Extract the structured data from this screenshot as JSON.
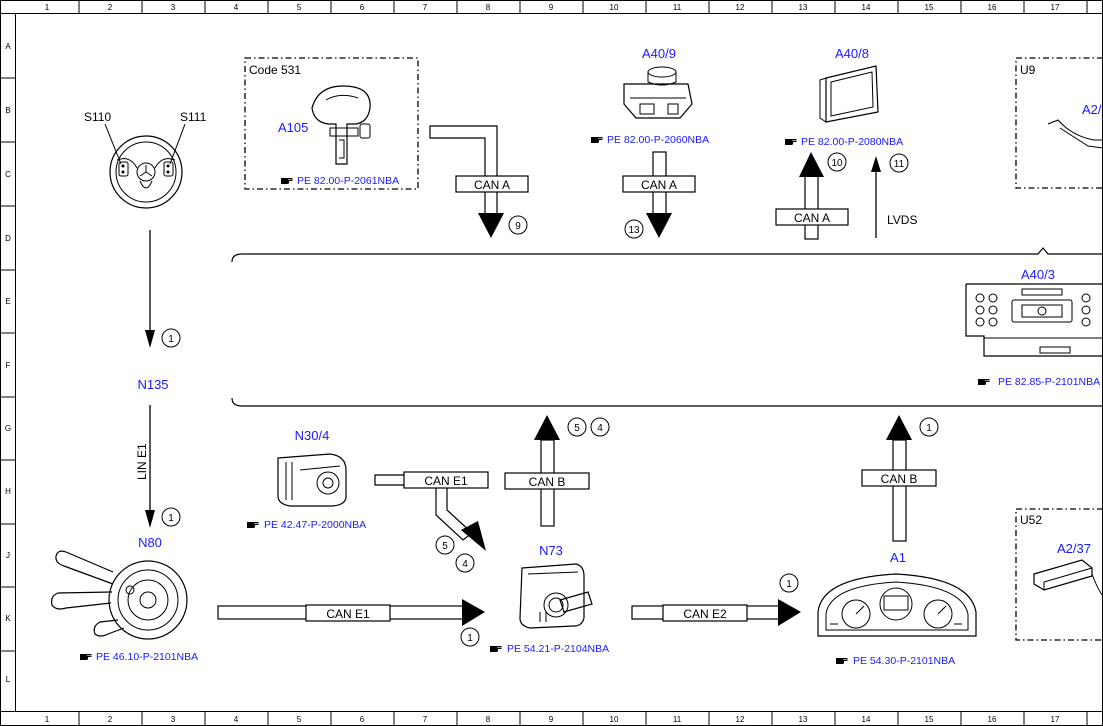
{
  "grid": {
    "columns": [
      "1",
      "2",
      "3",
      "4",
      "5",
      "6",
      "7",
      "8",
      "9",
      "10",
      "11",
      "12",
      "13",
      "14",
      "15",
      "16",
      "17"
    ],
    "rows": [
      "A",
      "B",
      "C",
      "D",
      "E",
      "F",
      "G",
      "H",
      "J",
      "K",
      "L"
    ]
  },
  "code_box": {
    "label": "Code 531"
  },
  "u9_box": {
    "label": "U9"
  },
  "u52_box": {
    "label": "U52"
  },
  "components": {
    "s110": "S110",
    "s111": "S111",
    "a105": "A105",
    "a40_9": "A40/9",
    "a40_8": "A40/8",
    "a2_partial": "A2/",
    "a40_3": "A40/3",
    "n135": "N135",
    "n30_4": "N30/4",
    "n80": "N80",
    "n73": "N73",
    "a1": "A1",
    "a2_37": "A2/37"
  },
  "refs": {
    "a105": "PE 82.00-P-2061NBA",
    "a40_9": "PE 82.00-P-2060NBA",
    "a40_8": "PE 82.00-P-2080NBA",
    "a40_3": "PE 82.85-P-2101NBA",
    "n30_4": "PE 42.47-P-2000NBA",
    "n80": "PE 46.10-P-2101NBA",
    "n73": "PE 54.21-P-2104NBA",
    "a1": "PE 54.30-P-2101NBA"
  },
  "bus_labels": {
    "can_a_1": "CAN A",
    "can_a_2": "CAN A",
    "can_a_3": "CAN A",
    "lvds": "LVDS",
    "lin_e1": "LIN E1",
    "can_e1_top": "CAN E1",
    "can_b_1": "CAN B",
    "can_b_2": "CAN B",
    "can_e1_bottom": "CAN E1",
    "can_e2": "CAN E2"
  },
  "markers": {
    "m9": "9",
    "m13": "13",
    "m10": "10",
    "m11": "11",
    "m1_a": "1",
    "m1_b": "1",
    "m5_top": "5",
    "m4_top": "4",
    "m1_c": "1",
    "m5_mid": "5",
    "m4_mid": "4",
    "m1_d": "1",
    "m1_e": "1"
  }
}
